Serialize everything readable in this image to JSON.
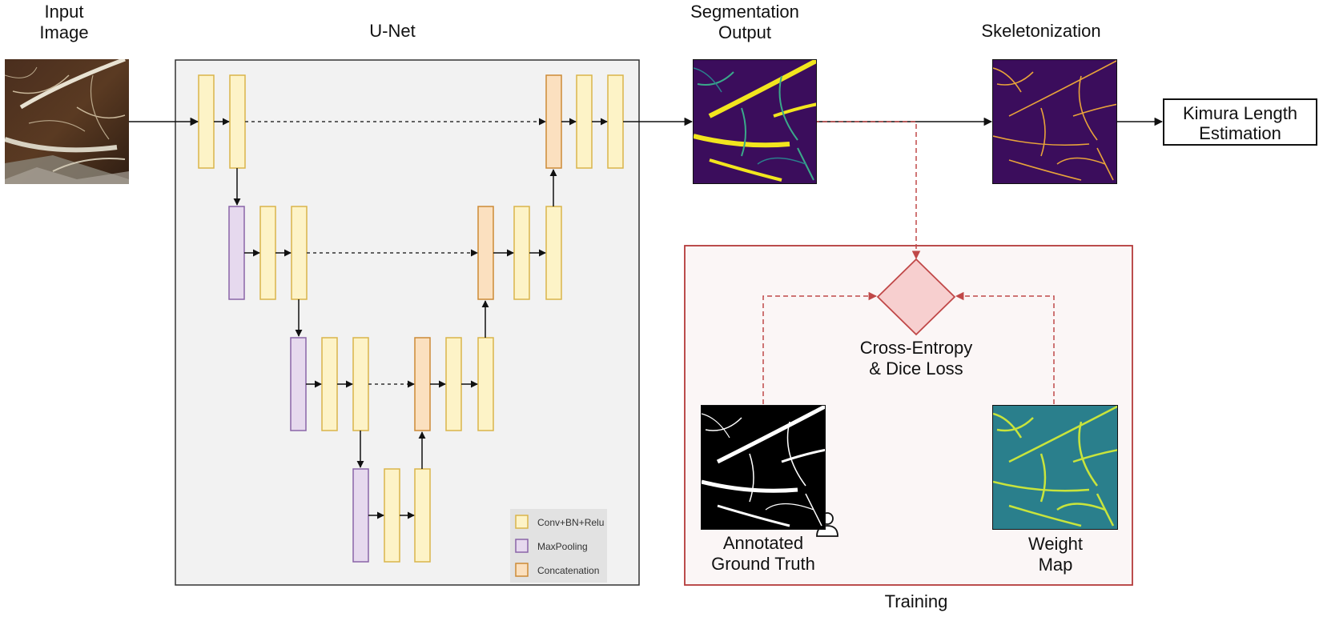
{
  "labels": {
    "input_image": "Input\nImage",
    "unet": "U-Net",
    "segmentation_output": "Segmentation\nOutput",
    "skeletonization": "Skeletonization",
    "kimura": "Kimura Length\nEstimation",
    "cross_entropy": "Cross-Entropy\n& Dice Loss",
    "annotated_ground_truth": "Annotated\nGround Truth",
    "weight_map": "Weight\nMap",
    "training": "Training"
  },
  "legend": {
    "conv": "Conv+BN+Relu",
    "maxpool": "MaxPooling",
    "concat": "Concatenation"
  },
  "colors": {
    "conv_fill": "#fdf3c7",
    "conv_stroke": "#d9b54a",
    "pool_fill": "#e6d9ee",
    "pool_stroke": "#8a64a8",
    "concat_fill": "#fbe0bf",
    "concat_stroke": "#cc8a36",
    "unet_bg": "#f2f2f2",
    "training_border": "#b43a3a",
    "training_bg": "#fbf6f6",
    "loss_fill": "#f7cfcf",
    "loss_stroke": "#c04848",
    "dashed_red": "#c04848",
    "seg_bg": "#3b0d5c",
    "seg_fg": "#f2e51e",
    "weight_bg": "#2a7f8c",
    "weight_fg": "#c8e43c"
  }
}
